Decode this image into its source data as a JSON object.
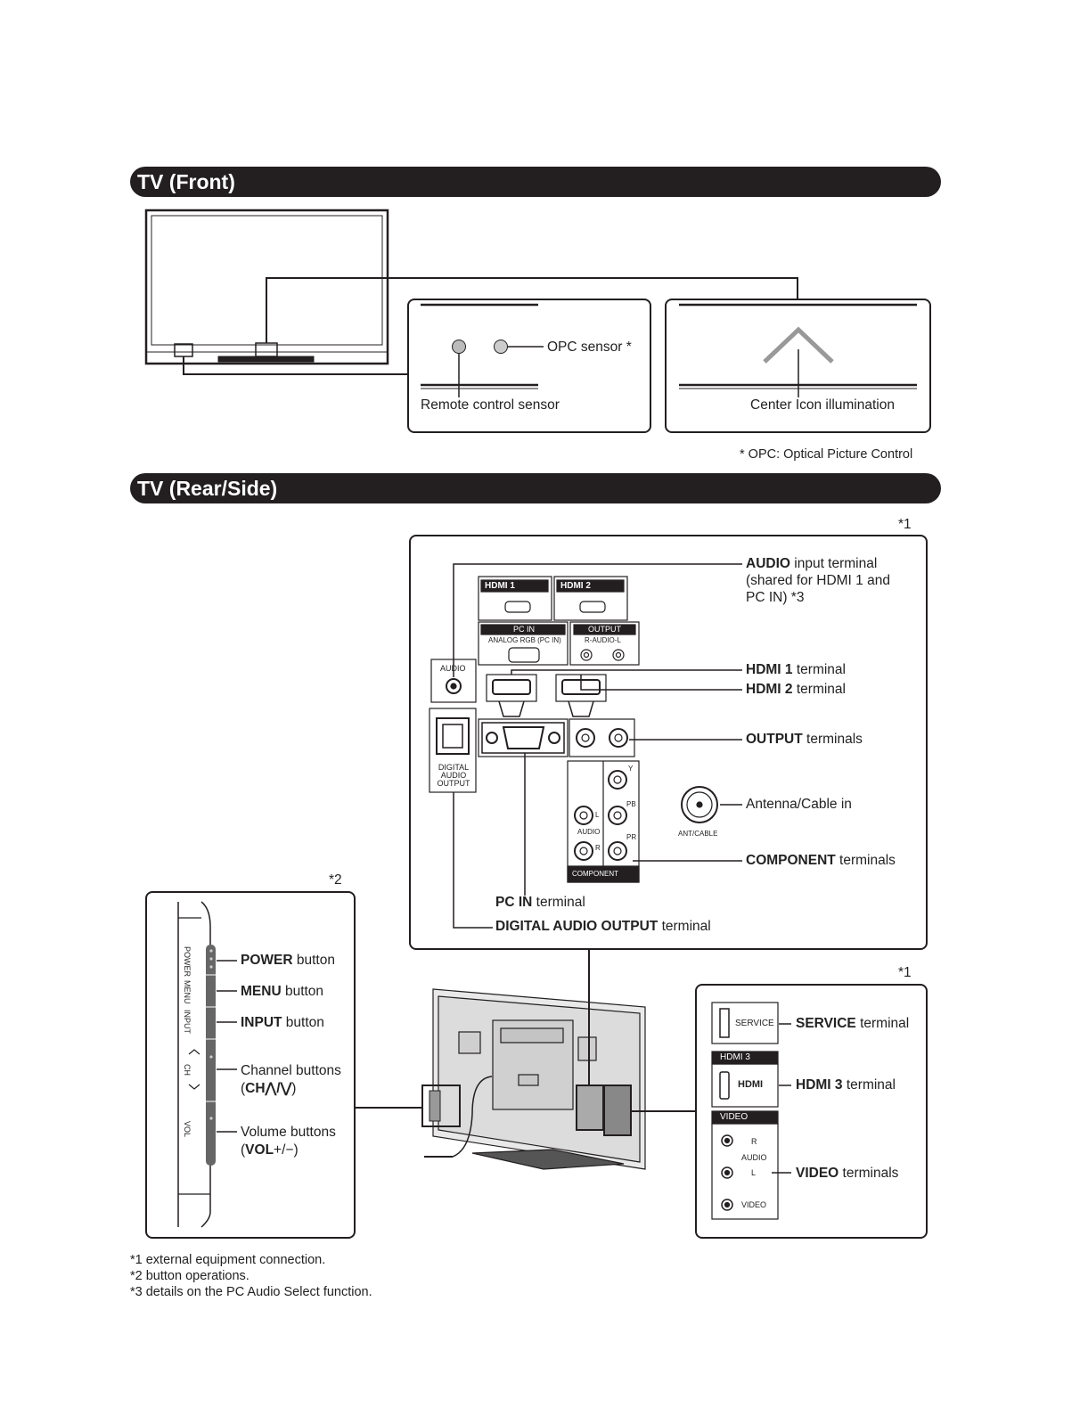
{
  "sections": {
    "front_title": "TV (Front)",
    "rear_title": "TV (Rear/Side)"
  },
  "front": {
    "opc_sensor": "OPC sensor *",
    "remote_sensor": "Remote control sensor",
    "center_icon": "Center Icon illumination",
    "opc_note": "* OPC: Optical Picture Control"
  },
  "rear": {
    "ref1": "*1",
    "ref1b": "*1",
    "ref2": "*2",
    "audio_label_b": "AUDIO",
    "audio_label_rest": " input terminal",
    "audio_label_line2": "(shared for HDMI 1 and",
    "audio_label_line3": "PC IN) *3",
    "hdmi1_b": "HDMI 1",
    "hdmi1_rest": " terminal",
    "hdmi2_b": "HDMI 2",
    "hdmi2_rest": " terminal",
    "output_b": "OUTPUT",
    "output_rest": " terminals",
    "antenna": "Antenna/Cable in",
    "component_b": "COMPONENT",
    "component_rest": " terminals",
    "pcin_b": "PC IN",
    "pcin_rest": " terminal",
    "dao_b": "DIGITAL AUDIO OUTPUT",
    "dao_rest": " terminal",
    "panel_text": {
      "hdmi1_tag": "HDMI 1",
      "hdmi2_tag": "HDMI 2",
      "pc_in": "PC IN",
      "analog_rgb": "ANALOG RGB (PC IN)",
      "output": "OUTPUT",
      "r_audio_l": "R-AUDIO-L",
      "audio": "AUDIO",
      "digital_audio_output_1": "DIGITAL",
      "digital_audio_output_2": "AUDIO",
      "digital_audio_output_3": "OUTPUT",
      "y": "Y",
      "pb": "PB",
      "pr": "PR",
      "l": "L",
      "audio_small": "AUDIO",
      "r": "R",
      "component": "COMPONENT",
      "ant_cable": "ANT/CABLE"
    }
  },
  "side_buttons": {
    "power_b": "POWER",
    "power_rest": " button",
    "menu_b": "MENU",
    "menu_rest": " button",
    "input_b": "INPUT",
    "input_rest": " button",
    "channel_line1": "Channel buttons",
    "channel_line2_pre": "(",
    "channel_line2_b": "CH⋀/⋁",
    "channel_line2_post": ")",
    "volume_line1": "Volume buttons",
    "volume_line2_pre": "(",
    "volume_line2_b": "VOL",
    "volume_line2_post": "+/−)",
    "vertical_power": "POWER",
    "vertical_menu": "MENU",
    "vertical_input": "INPUT",
    "vertical_ch": "CH",
    "vertical_vol": "VOL"
  },
  "right_panel": {
    "service_b": "SERVICE",
    "service_rest": " terminal",
    "hdmi3_b": "HDMI 3",
    "hdmi3_rest": " terminal",
    "video_b": "VIDEO",
    "video_rest": " terminals",
    "service_tag": "SERVICE",
    "hdmi3_tag": "HDMI 3",
    "hdmi_logo": "HDMI",
    "video_tag": "VIDEO",
    "r": "R",
    "audio": "AUDIO",
    "l": "L",
    "video": "VIDEO"
  },
  "footnotes": [
    "*1 external equipment connection.",
    "*2 button operations.",
    "*3 details on the PC Audio Select function."
  ]
}
